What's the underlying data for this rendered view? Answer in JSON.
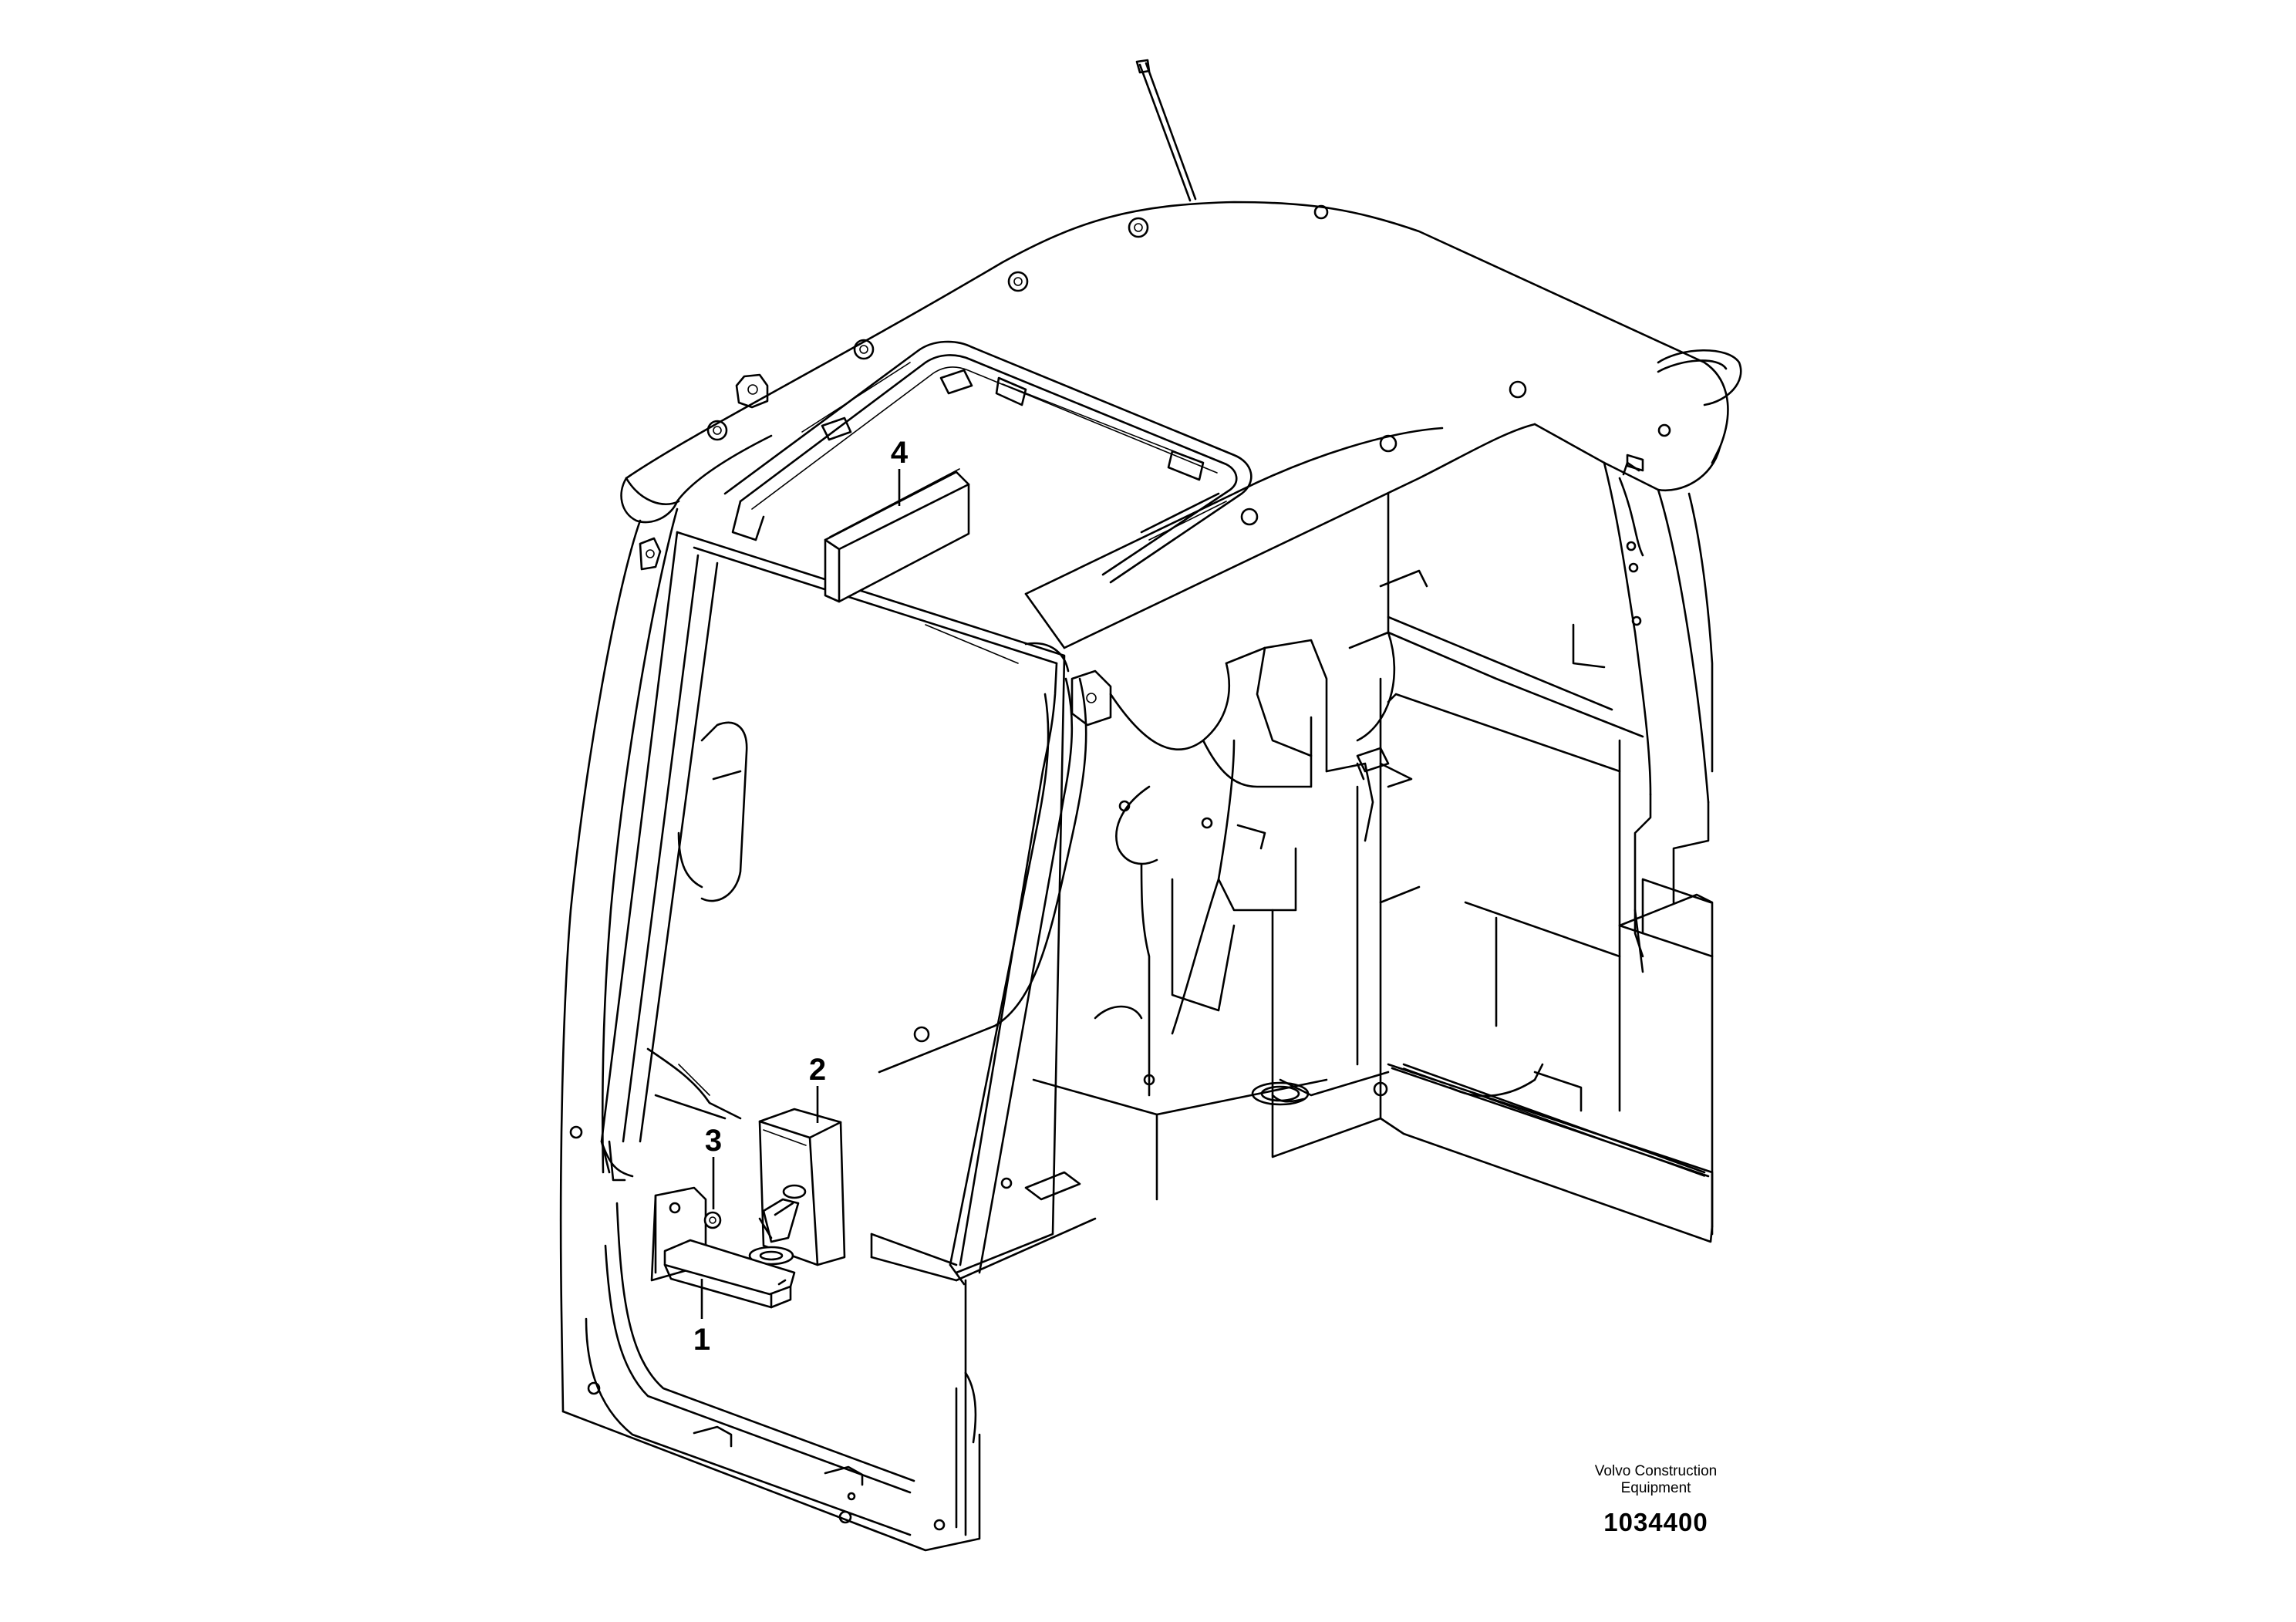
{
  "diagram": {
    "callouts": [
      {
        "id": "1",
        "label": "1"
      },
      {
        "id": "2",
        "label": "2"
      },
      {
        "id": "3",
        "label": "3"
      },
      {
        "id": "4",
        "label": "4"
      }
    ]
  },
  "caption": {
    "brand_line_1": "Volvo Construction",
    "brand_line_2": "Equipment",
    "reference_number": "1034400"
  }
}
